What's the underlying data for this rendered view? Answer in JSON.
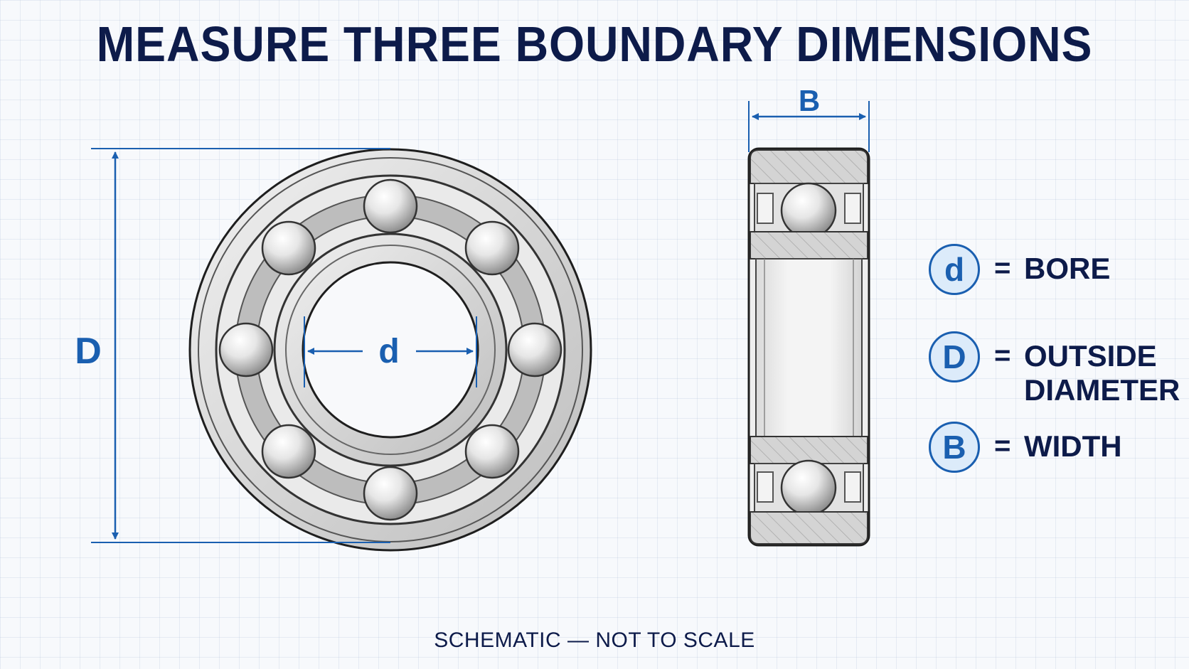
{
  "title": "MEASURE THREE BOUNDARY DIMENSIONS",
  "footnote": "SCHEMATIC — NOT TO SCALE",
  "front_view": {
    "outer_dimension_label": "D",
    "bore_dimension_label": "d"
  },
  "side_view": {
    "width_dimension_label": "B"
  },
  "legend": [
    {
      "symbol": "d",
      "equals": "=",
      "text": "BORE"
    },
    {
      "symbol": "D",
      "equals": "=",
      "text": "OUTSIDE DIAMETER"
    },
    {
      "symbol": "B",
      "equals": "=",
      "text": "WIDTH"
    }
  ],
  "colors": {
    "ink": "#0d1b4a",
    "accent": "#1a5fb0",
    "badge_fill": "#dcebfa",
    "steel": "#d8d8d8"
  }
}
